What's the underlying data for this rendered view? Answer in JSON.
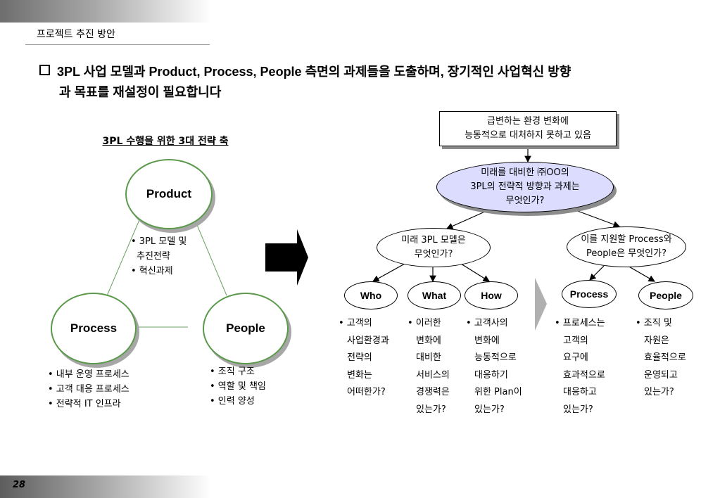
{
  "header": {
    "title": "프로젝트 추진 방안"
  },
  "headline": {
    "line1_pre": "3PL",
    "line1_mid": " 사업 모델과 ",
    "line1_bold": "Product, Process, People",
    "line1_post": " 측면의 과제들을 도출하며, 장기적인 사업혁신 방향",
    "line2": "과 목표를 재설정이 필요합니다"
  },
  "left": {
    "title": "3PL 수행을 위한 3대 전략 축",
    "product": "Product",
    "process": "Process",
    "people": "People",
    "product_bullets": [
      "• 3PL 모델 및",
      "추진전략",
      "• 혁신과제"
    ],
    "process_bullets": [
      "• 내부 운영 프로세스",
      "• 고객 대응 프로세스",
      "• 전략적 IT 인프라"
    ],
    "people_bullets": [
      "• 조직 구조",
      "• 역할 및 책임",
      "• 인력 양성"
    ]
  },
  "right": {
    "box": [
      "급변하는 환경 변화에",
      "능동적으로 대처하지 못하고 있음"
    ],
    "main_oval": [
      "미래를 대비한 ㈜OO의",
      "3PL의 전략적 방향과 과제는",
      "무엇인가?"
    ],
    "model_oval": [
      "미래 3PL 모델은",
      "무엇인가?"
    ],
    "support_oval": [
      "이를 지원할 Process와",
      "People은 무엇인가?"
    ],
    "who": "Who",
    "what": "What",
    "how": "How",
    "process": "Process",
    "people": "People",
    "who_text": [
      "• 고객의",
      "사업환경과",
      "전략의",
      "변화는",
      "어떠한가?"
    ],
    "what_text": [
      "• 이러한",
      "변화에",
      "대비한",
      "서비스의",
      "경쟁력은",
      "있는가?"
    ],
    "how_text": [
      "• 고객사의",
      "변화에",
      "능동적으로",
      "대응하기",
      "위한 Plan이",
      "있는가?"
    ],
    "process_text": [
      "• 프로세스는",
      "고객의",
      "요구에",
      "효과적으로",
      "대응하고",
      "있는가?"
    ],
    "people_text": [
      "• 조직 및",
      "자원은",
      "효율적으로",
      "운영되고",
      "있는가?"
    ]
  },
  "page": {
    "number": "28"
  }
}
